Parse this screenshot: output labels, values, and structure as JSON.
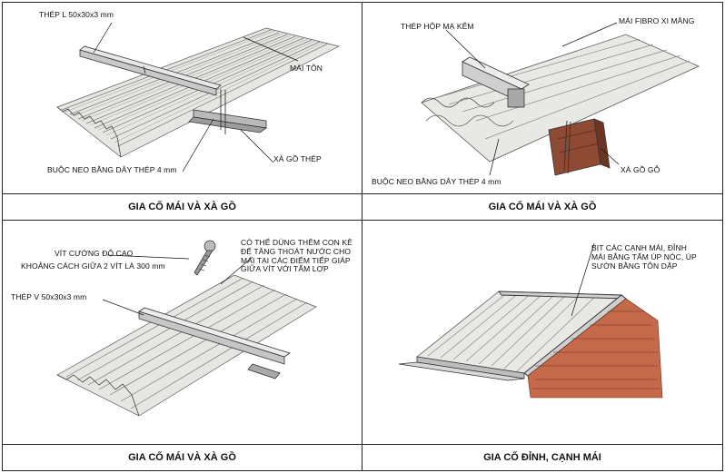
{
  "panels": [
    {
      "caption": "GIA CỐ MÁI VÀ XÀ GỒ",
      "labels": {
        "angle_steel": "THÉP L 50x30x3 mm",
        "metal_roof": "MÁI TÔN",
        "wire_tie": "BUỘC NEO BẰNG DÂY THÉP 4 mm",
        "steel_purlin": "XÀ GỒ THÉP"
      }
    },
    {
      "caption": "GIA CỐ MÁI VÀ XÀ GỒ",
      "labels": {
        "galvanized_box": "THÉP HỘP MẠ KẼM",
        "fibro_cement": "MÁI FIBRO XI MĂNG",
        "wire_tie": "BUỘC NEO BẰNG DÂY THÉP 4 mm",
        "wood_purlin": "XÀ GỒ GỖ"
      }
    },
    {
      "caption": "GIA CỐ MÁI VÀ XÀ GỒ",
      "labels": {
        "screw_line1": "VÍT CƯỜNG ĐỘ CAO",
        "screw_line2": "KHOẢNG CÁCH GIỮA 2 VÍT LÀ 300 mm",
        "sealant_note": "CÓ THỂ DÙNG THÊM CON KÊ\nĐỂ TĂNG THOÁT NƯỚC CHO\nMÁI TẠI CÁC ĐIỂM TIẾP GIÁP\nGIỮA VÍT VỚI TẤM LỢP",
        "v_steel": "THÉP V 50x30x3 mm"
      }
    },
    {
      "caption": "GIA CỐ ĐỈNH, CẠNH MÁI",
      "labels": {
        "edge_note": "BỊT CÁC CẠNH MÁI, ĐỈNH\nMÁI BẰNG TẤM ÚP NÓC, ÚP\nSƯỜN BẰNG TÔN DẬP"
      }
    }
  ],
  "colors": {
    "border": "#222222",
    "sheet": "#d9d9d4",
    "sheet_dark": "#8f8f8a",
    "brick": "#b65c3f",
    "steel": "#bdbdbd"
  }
}
